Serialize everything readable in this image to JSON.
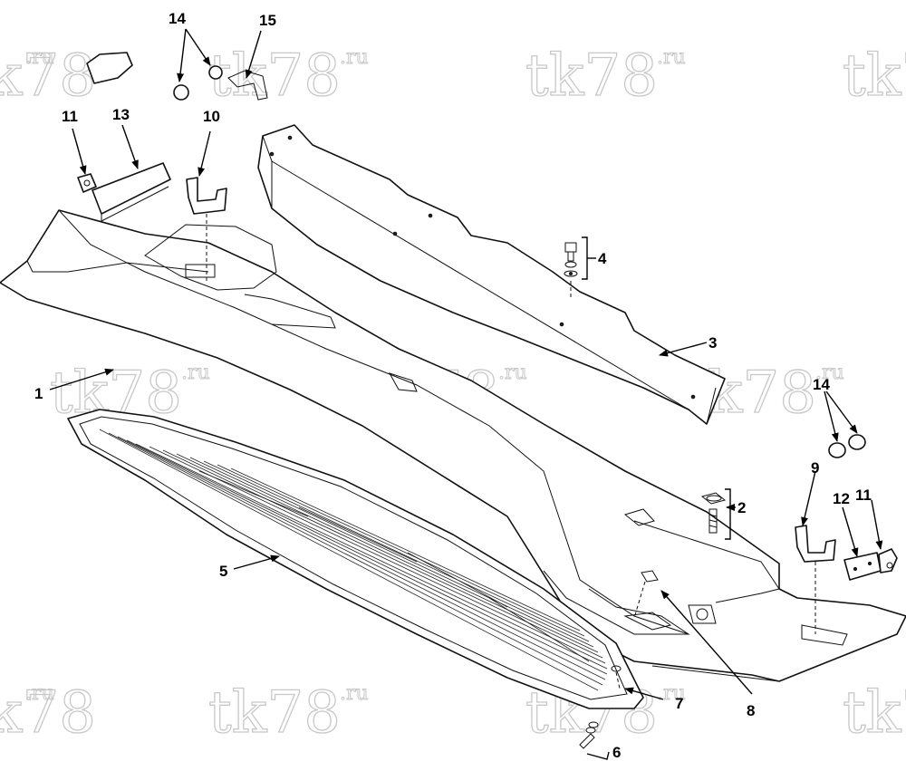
{
  "watermark": {
    "text": "tk78",
    "suffix": ".ru"
  },
  "callouts": {
    "c1": "1",
    "c2": "2",
    "c3": "3",
    "c4": "4",
    "c5": "5",
    "c6": "6",
    "c7": "7",
    "c8": "8",
    "c9": "9",
    "c10": "10",
    "c11a": "11",
    "c11b": "11",
    "c12": "12",
    "c13": "13",
    "c14a": "14",
    "c14b": "14",
    "c15": "15"
  }
}
